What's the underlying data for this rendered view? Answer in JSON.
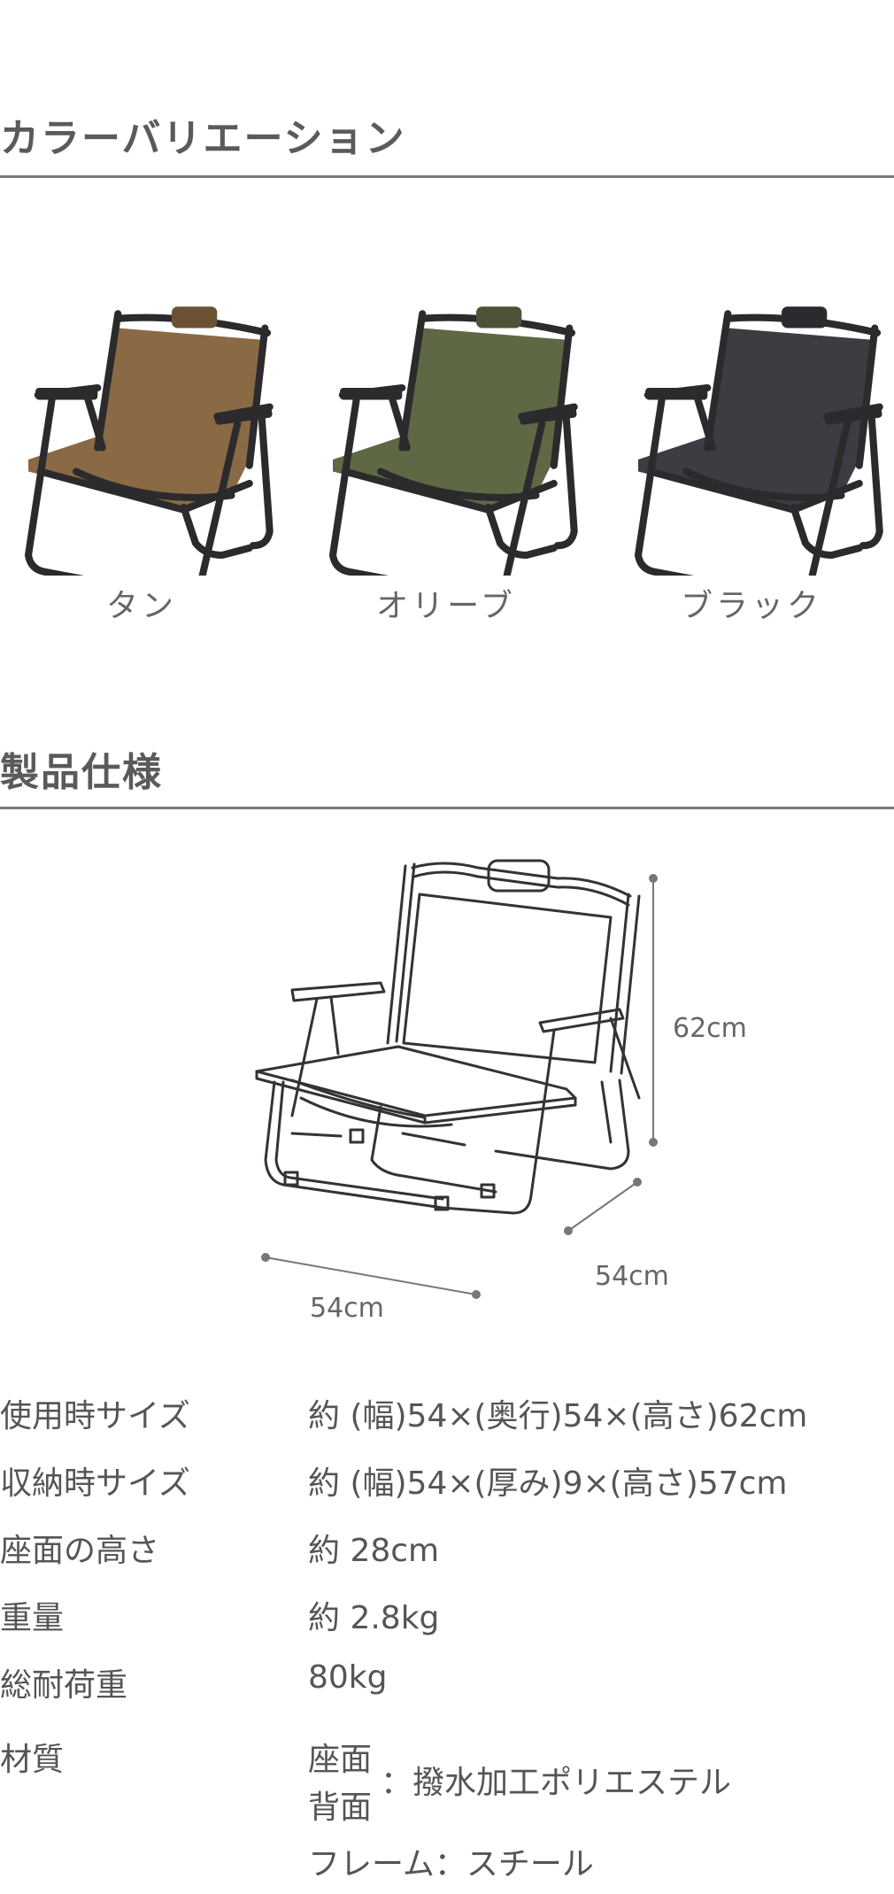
{
  "sections": {
    "colors_title": "カラーバリエーション",
    "spec_title": "製品仕様"
  },
  "variants": [
    {
      "label": "タン",
      "fabric_color": "#8a6a45",
      "headrest_color": "#6b5234"
    },
    {
      "label": "オリーブ",
      "fabric_color": "#5f6845",
      "headrest_color": "#4c5336"
    },
    {
      "label": "ブラック",
      "fabric_color": "#3b3d42",
      "headrest_color": "#2a2b2e"
    }
  ],
  "dimensions": {
    "height": "62cm",
    "depth": "54cm",
    "width": "54cm"
  },
  "specs": [
    {
      "label": "使用時サイズ",
      "value": "約 (幅)54×(奥行)54×(高さ)62cm"
    },
    {
      "label": "収納時サイズ",
      "value": "約 (幅)54×(厚み)9×(高さ)57cm"
    },
    {
      "label": "座面の高さ",
      "value": "約 28cm"
    },
    {
      "label": "重量",
      "value": "約 2.8kg"
    },
    {
      "label": "総耐荷重",
      "value": "80kg"
    }
  ],
  "material": {
    "label": "材質",
    "seat": "座面",
    "back": "背面",
    "fabric_desc": "：撥水加工ポリエステル",
    "frame": "フレーム：スチール"
  }
}
